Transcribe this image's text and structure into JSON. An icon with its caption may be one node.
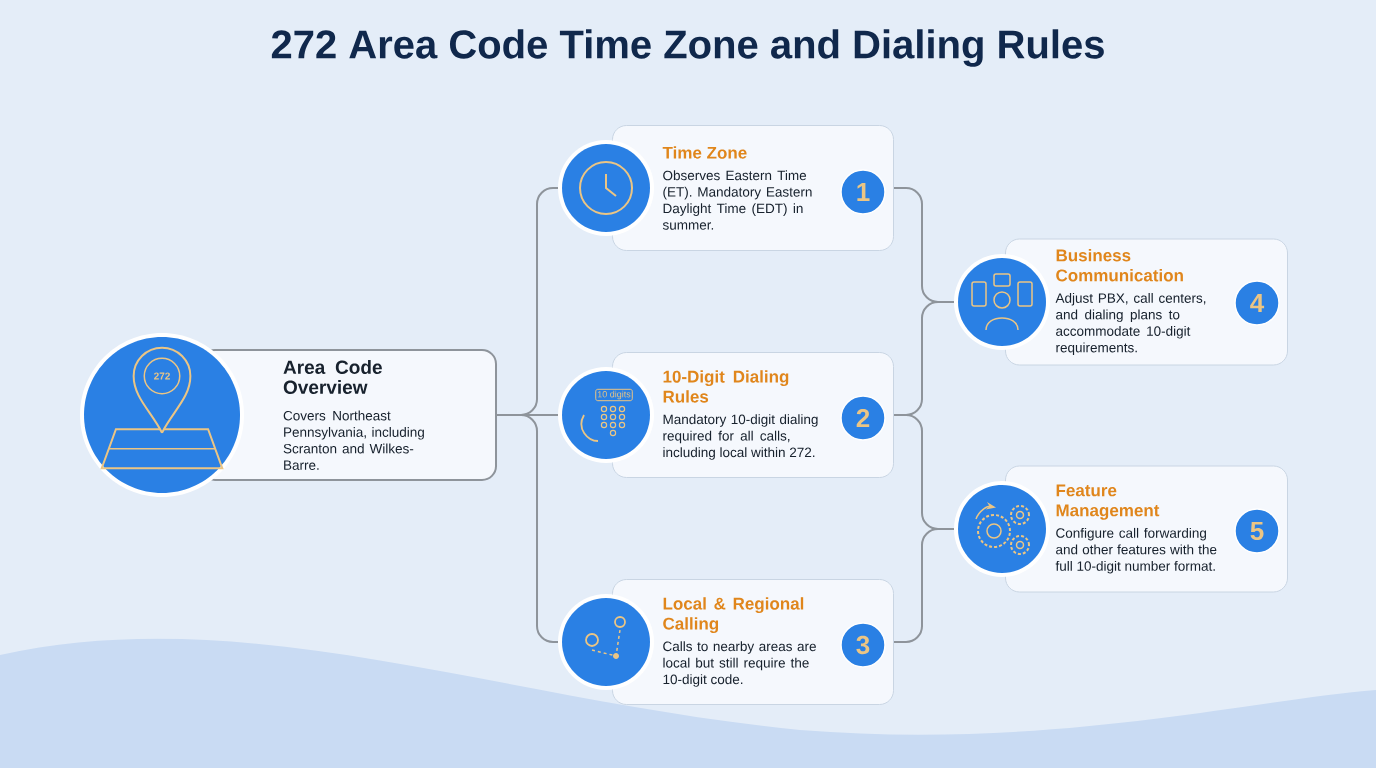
{
  "diagram": {
    "title": "272 Area Code Time Zone and Dialing Rules",
    "nodes": [
      {
        "text": [
          "Area Code Overview",
          "Covers Northeast Pennsylvania, including Scranton and Wilkes-Barre."
        ]
      },
      {
        "text": [
          "Time Zone",
          "Observes Eastern Time (ET). Mandatory Eastern Daylight Time (EDT) in summer."
        ]
      },
      {
        "text": [
          "1"
        ],
        "in": 1
      },
      {
        "text": [
          "10-Digit Dialing Rules",
          "Mandatory 10-digit dialing required for all calls, including local within 272."
        ]
      },
      {
        "text": [
          "2"
        ],
        "in": 3
      },
      {
        "text": [
          "Local & Regional Calling",
          "Calls to nearby areas are local but still require the 10-digit code."
        ]
      },
      {
        "text": [
          "3"
        ],
        "in": 5
      },
      {
        "text": [
          "Business Communication",
          "Adjust PBX, call centers, and dialing plans to accommodate 10-digit requirements."
        ]
      },
      {
        "text": [
          "4"
        ],
        "in": 7
      },
      {
        "text": [
          "Feature Management",
          "Configure call forwarding and other features with the full 10-digit number format."
        ]
      },
      {
        "text": [
          "5"
        ],
        "in": 9
      }
    ],
    "edges": [
      {
        "from": 0,
        "to": 1,
        "arrow": "none"
      },
      {
        "from": 0,
        "to": 3,
        "arrow": "none"
      },
      {
        "from": 0,
        "to": 5,
        "arrow": "none"
      },
      {
        "from": 1,
        "to": 7,
        "arrow": "none"
      },
      {
        "from": 3,
        "to": 7,
        "arrow": "none"
      },
      {
        "from": 3,
        "to": 9,
        "arrow": "none"
      },
      {
        "from": 5,
        "to": 9,
        "arrow": "none"
      }
    ],
    "labels": [
      "272",
      "10 digits"
    ]
  }
}
